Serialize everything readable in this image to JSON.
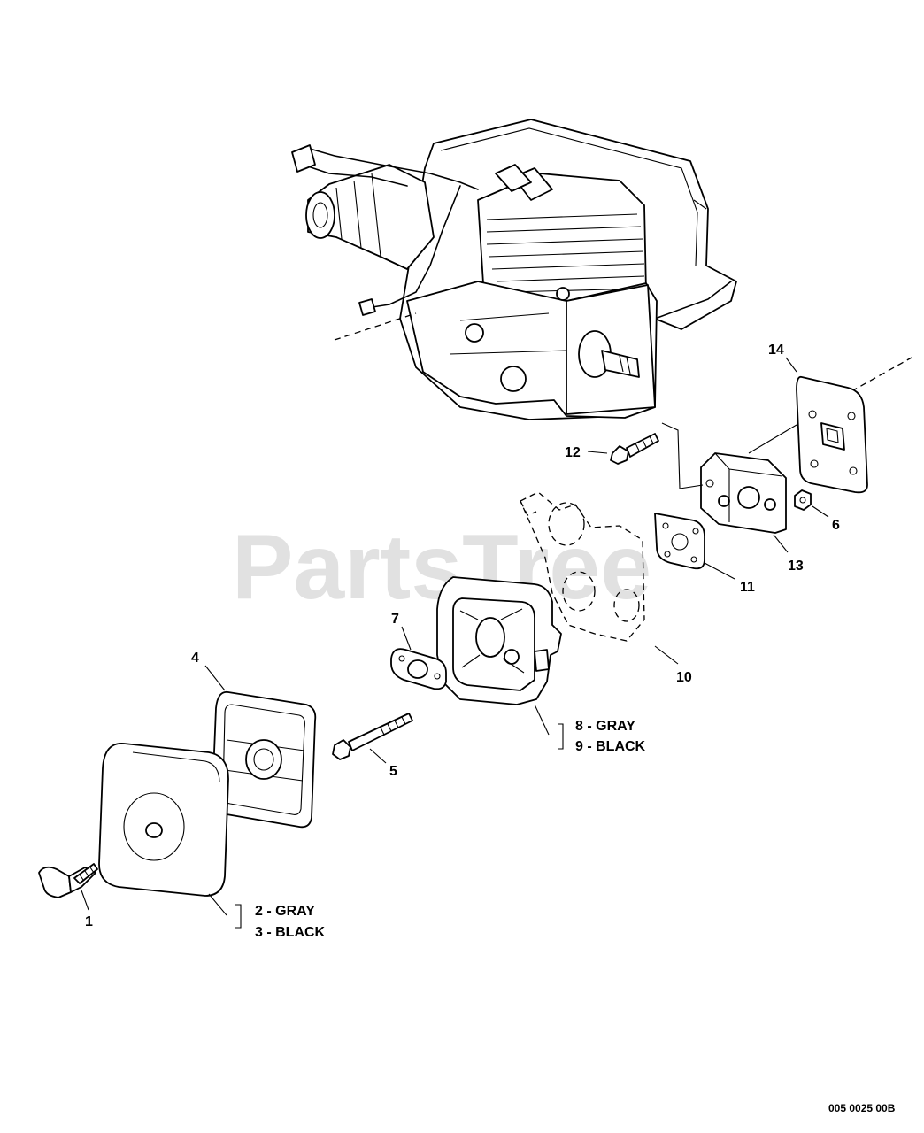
{
  "watermark": "PartsTree",
  "drawing_code": "005 0025 00B",
  "callouts": [
    {
      "id": "1",
      "text": "1"
    },
    {
      "id": "2",
      "text": "2 - GRAY"
    },
    {
      "id": "3",
      "text": "3 - BLACK"
    },
    {
      "id": "4",
      "text": "4"
    },
    {
      "id": "5",
      "text": "5"
    },
    {
      "id": "6",
      "text": "6"
    },
    {
      "id": "7",
      "text": "7"
    },
    {
      "id": "8",
      "text": "8 - GRAY"
    },
    {
      "id": "9",
      "text": "9 - BLACK"
    },
    {
      "id": "10",
      "text": "10"
    },
    {
      "id": "11",
      "text": "11"
    },
    {
      "id": "12",
      "text": "12"
    },
    {
      "id": "13",
      "text": "13"
    },
    {
      "id": "14",
      "text": "14"
    }
  ]
}
